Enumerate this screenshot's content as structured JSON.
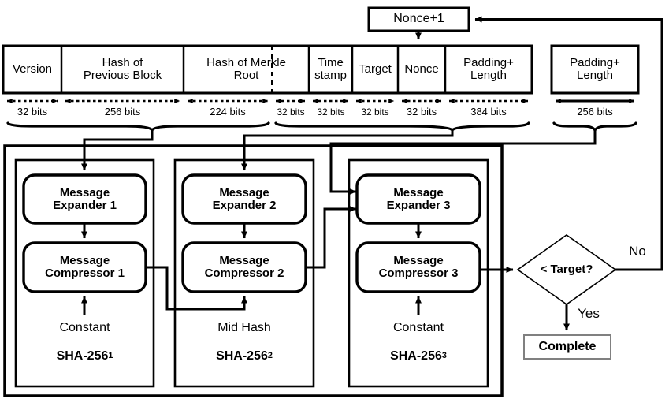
{
  "title": "Bitcoin SHA-256 double-hash mining datapath diagram",
  "nonce_increment": {
    "label": "Nonce+1"
  },
  "block_header": {
    "fields": [
      {
        "name": "Version",
        "bits": "32 bits"
      },
      {
        "name": "Hash of\nPrevious Block",
        "bits": "256 bits"
      },
      {
        "name": "Hash of Merkle\nRoot",
        "bits": "224 bits"
      },
      {
        "name": "",
        "bits": "32 bits"
      },
      {
        "name": "Time\nstamp",
        "bits": "32 bits"
      },
      {
        "name": "Target",
        "bits": "32 bits"
      },
      {
        "name": "Nonce",
        "bits": "32 bits"
      },
      {
        "name": "Padding+\nLength",
        "bits": "384 bits"
      }
    ]
  },
  "second_padding": {
    "name": "Padding+\nLength",
    "bits": "256 bits"
  },
  "sha_blocks": [
    {
      "expander": "Message\nExpander 1",
      "compressor": "Message\nCompressor 1",
      "input": "Constant",
      "title": "SHA-256",
      "subscript": "1"
    },
    {
      "expander": "Message\nExpander 2",
      "compressor": "Message\nCompressor 2",
      "input": "Mid Hash",
      "title": "SHA-256",
      "subscript": "2"
    },
    {
      "expander": "Message\nExpander 3",
      "compressor": "Message\nCompressor 3",
      "input": "Constant",
      "title": "SHA-256",
      "subscript": "3"
    }
  ],
  "decision": {
    "label": "< Target?",
    "yes_label": "Yes",
    "no_label": "No"
  },
  "complete": {
    "label": "Complete"
  },
  "colors": {
    "stroke": "#000000",
    "background": "#ffffff",
    "complete_border": "#808080"
  }
}
